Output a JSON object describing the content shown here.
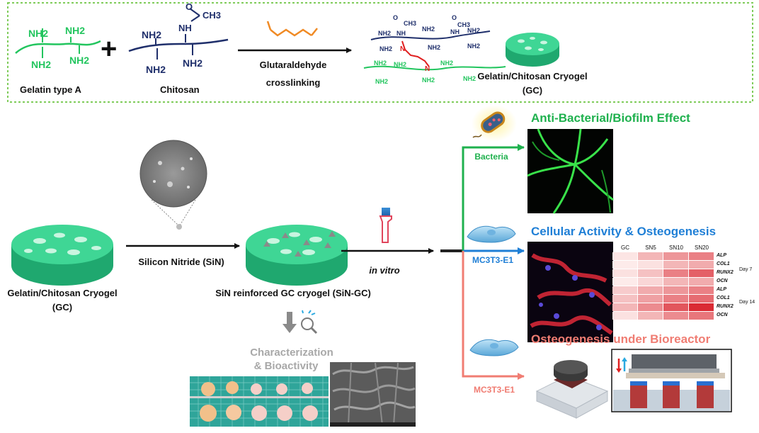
{
  "synthesis": {
    "gelatin_amines": [
      "NH2",
      "NH2",
      "NH2",
      "NH2"
    ],
    "gelatin_label": "Gelatin type A",
    "plus": "+",
    "chitosan_acetyl_o": "O",
    "chitosan_acetyl_ch3": "CH3",
    "chitosan_nh": "NH",
    "chitosan_amines": [
      "NH2",
      "NH2",
      "NH2"
    ],
    "chitosan_label": "Chitosan",
    "reagent_line1": "Glutaraldehyde",
    "reagent_line2": "crosslinking",
    "product_top_labels": [
      "O",
      "CH3",
      "O",
      "CH3",
      "NH",
      "NH",
      "NH2",
      "NH2",
      "NH2",
      "NH2",
      "NH2",
      "NH2"
    ],
    "product_imine_labels": [
      "N",
      "N"
    ],
    "product_bottom_labels": [
      "NH2",
      "NH2",
      "NH2",
      "NH2",
      "NH2",
      "NH2"
    ],
    "product_label_line1": "Gelatin/Chitosan Cryogel",
    "product_label_line2": "(GC)"
  },
  "process": {
    "gc_label_line1": "Gelatin/Chitosan Cryogel",
    "gc_label_line2": "(GC)",
    "step1_label": "Silicon Nitride (SiN)",
    "sin_gc_label": "SiN reinforced GC cryogel (SiN-GC)",
    "step2_label": "in vitro",
    "char_line1": "Characterization",
    "char_line2": "& Bioactivity"
  },
  "outcomes": {
    "bacteria_label": "Bacteria",
    "antibacterial_title": "Anti-Bacterial/Biofilm Effect",
    "cell_label_1": "MC3T3-E1",
    "cellular_title": "Cellular Activity  & Osteogenesis",
    "cell_label_2": "MC3T3-E1",
    "bioreactor_title": "Osteogenesis under Bioreactor"
  },
  "heatmap": {
    "columns": [
      "GC",
      "SN5",
      "SN10",
      "SN20"
    ],
    "rows": [
      "ALP",
      "COL1",
      "RUNX2",
      "OCN",
      "ALP",
      "COL1",
      "RUNX2",
      "OCN"
    ],
    "day_labels": [
      "Day 7",
      "Day 14"
    ],
    "intensity": [
      [
        0.08,
        0.3,
        0.45,
        0.55
      ],
      [
        0.05,
        0.1,
        0.3,
        0.35
      ],
      [
        0.1,
        0.25,
        0.55,
        0.7
      ],
      [
        0.05,
        0.15,
        0.3,
        0.35
      ],
      [
        0.2,
        0.35,
        0.45,
        0.55
      ],
      [
        0.25,
        0.4,
        0.55,
        0.65
      ],
      [
        0.3,
        0.5,
        0.75,
        0.95
      ],
      [
        0.1,
        0.3,
        0.5,
        0.6
      ]
    ]
  },
  "colors": {
    "gelatin_green": "#22c55e",
    "chitosan_navy": "#1f2f6b",
    "glutaraldehyde_orange": "#f08a24",
    "imine_red": "#e02020",
    "bacteria_green": "#1fb14e",
    "cellular_blue": "#1f7fd6",
    "bioreactor_salmon": "#f07d73",
    "cryogel_green": "#3fd695",
    "heatmap_high": "#d8202a"
  }
}
